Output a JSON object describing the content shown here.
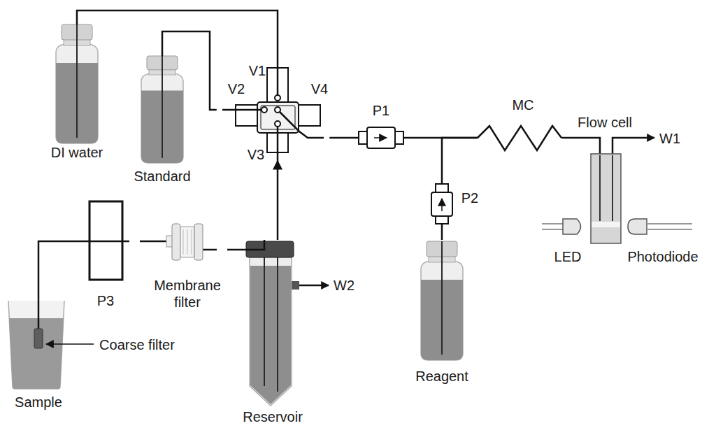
{
  "diagram": {
    "nodes": [
      {
        "text": [
          "DI water"
        ]
      },
      {
        "text": [
          "Standard"
        ]
      },
      {
        "text": [
          "V1",
          "V2",
          "V3",
          "V4"
        ]
      },
      {
        "text": [
          "P1"
        ]
      },
      {
        "text": [
          "MC"
        ]
      },
      {
        "text": [
          "Flow cell"
        ]
      },
      {
        "text": [
          "P2"
        ]
      },
      {
        "text": [
          "Reagent"
        ]
      },
      {
        "text": [
          "Sample"
        ]
      },
      {
        "text": [
          "P3"
        ]
      },
      {
        "text": [
          "Membrane filter"
        ]
      },
      {
        "text": [
          "Reservoir"
        ]
      }
    ],
    "edges": [
      {
        "from": 0,
        "to": 2,
        "arrow": "none"
      },
      {
        "from": 1,
        "to": 2,
        "arrow": "none"
      },
      {
        "from": 11,
        "to": 2,
        "arrow": "to"
      },
      {
        "from": 2,
        "to": 3,
        "arrow": "none"
      },
      {
        "from": 3,
        "to": 4,
        "arrow": "none"
      },
      {
        "from": 6,
        "to": 4,
        "arrow": "none"
      },
      {
        "from": 7,
        "to": 6,
        "arrow": "none"
      },
      {
        "from": 4,
        "to": 5,
        "arrow": "none"
      },
      {
        "from": 8,
        "to": 9,
        "arrow": "none"
      },
      {
        "from": 9,
        "to": 10,
        "arrow": "none"
      },
      {
        "from": 10,
        "to": 11,
        "arrow": "none"
      }
    ],
    "labels": [
      "W1",
      "LED",
      "Photodiode",
      "Coarse filter",
      "W2"
    ]
  }
}
